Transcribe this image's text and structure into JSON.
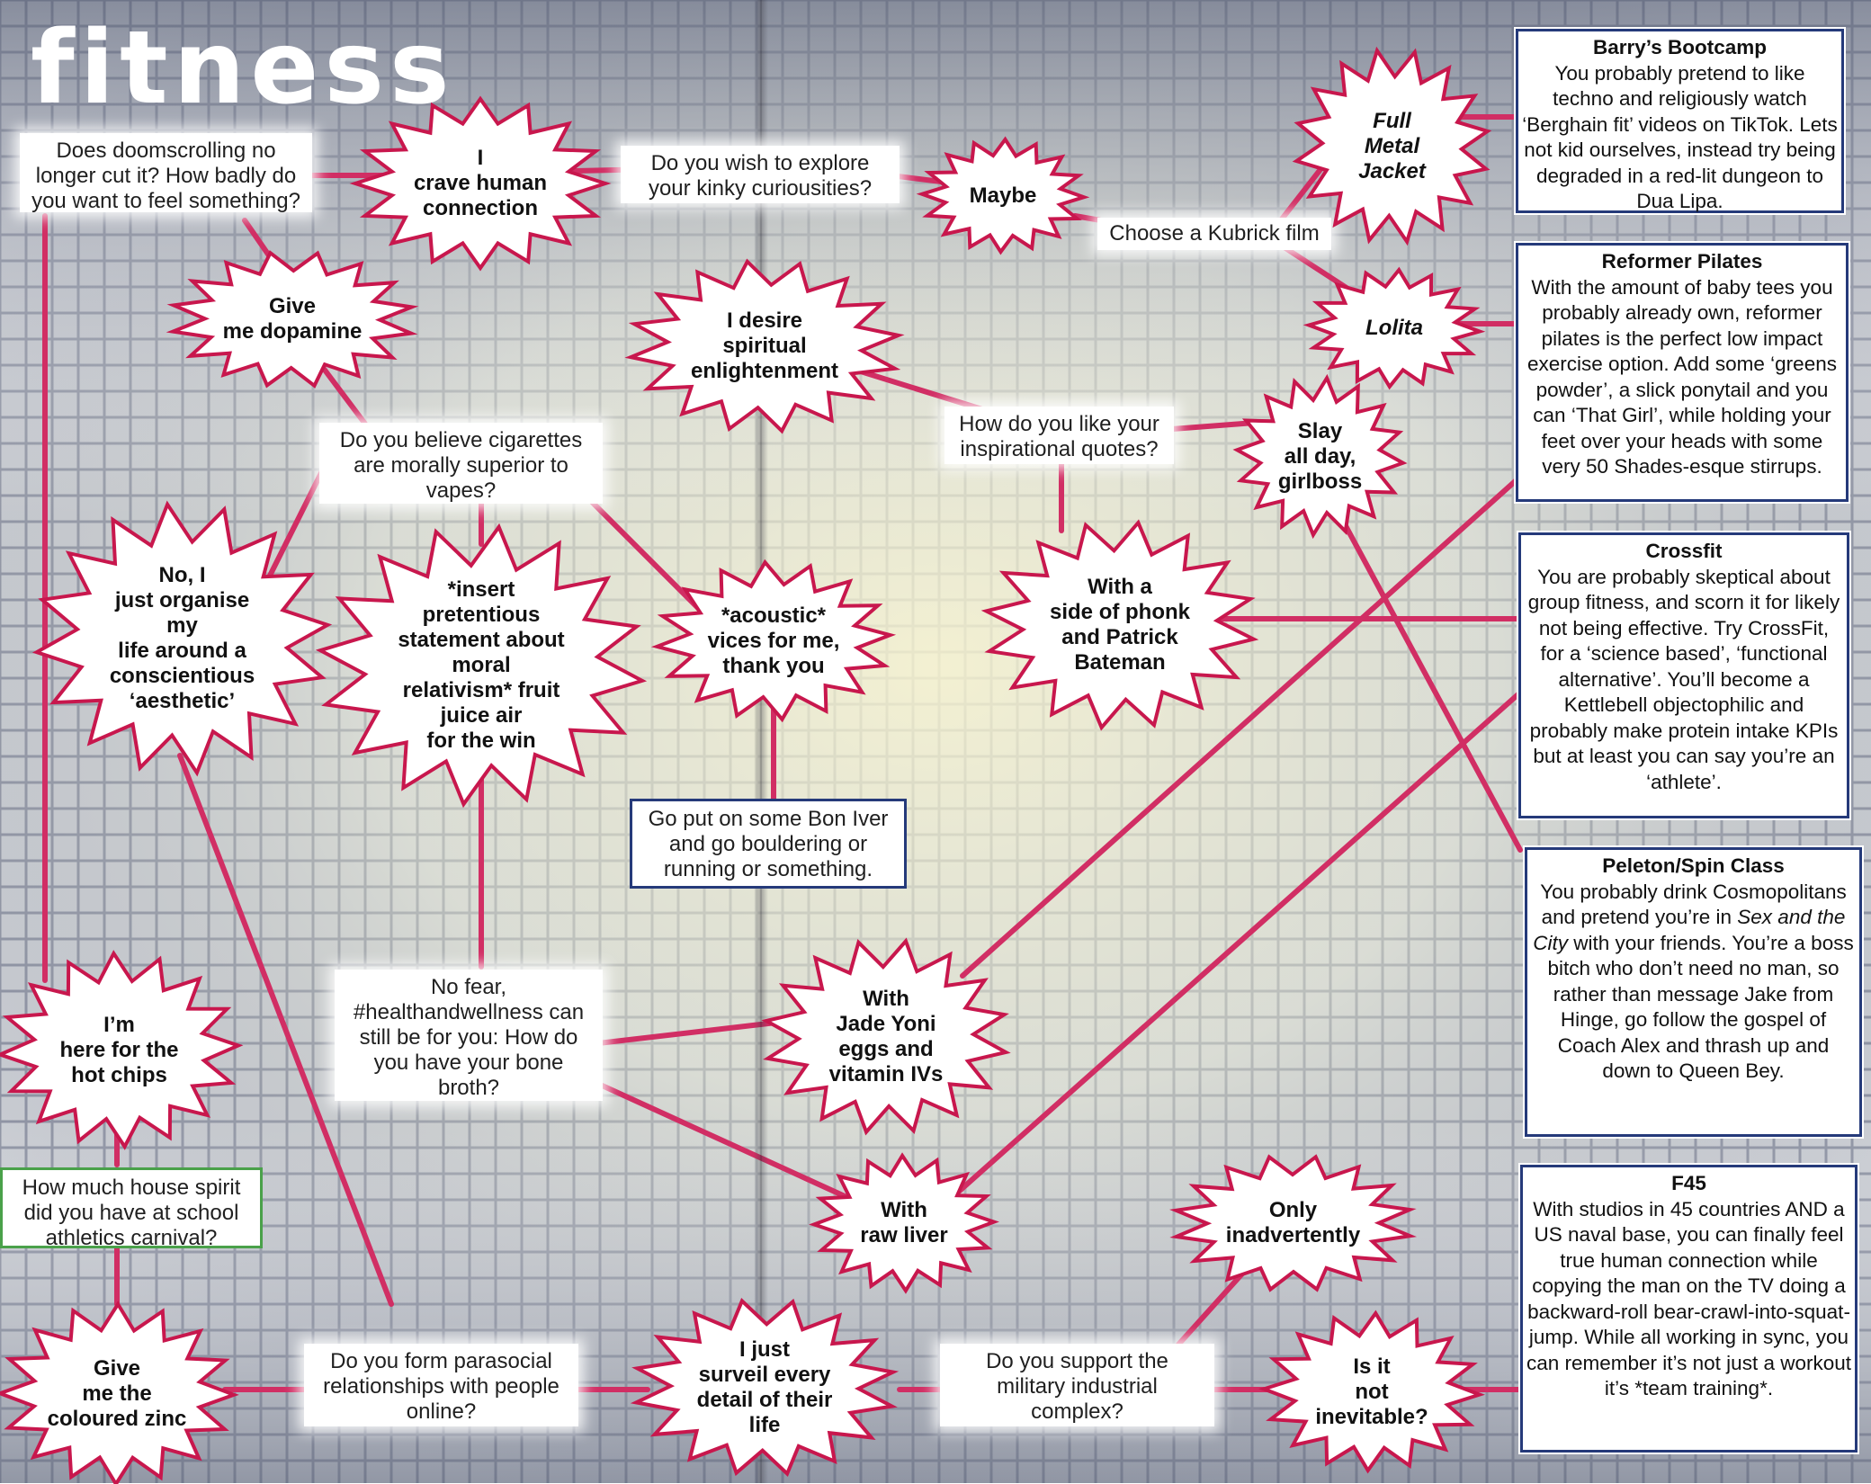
{
  "title": "fitness",
  "colors": {
    "link": "#d12e64",
    "burst_stroke": "#c8174d",
    "box_border": "#253a7a",
    "green_border": "#4aa14a"
  },
  "questions": {
    "doomscroll": "Does doomscrolling no longer cut it? How badly do you want to feel something?",
    "kinky": "Do you wish to explore your kinky curiousities?",
    "kubrick": "Choose a Kubrick film",
    "cigarettes": "Do you believe cigarettes are morally superior to vapes?",
    "quotes": "How do you like your inspirational quotes?",
    "bon_iver": "Go put on some Bon Iver and go bouldering or running or something.",
    "bone_broth": "No fear, #healthandwellness can still be for you: How do you have your bone broth?",
    "house_spirit": "How much house spirit did you have at school athletics carnival?",
    "parasocial": "Do you form parasocial relationships with people online?",
    "military": "Do you support the military industrial complex?"
  },
  "bursts": {
    "crave": "I\ncrave human\nconnection",
    "dopamine": "Give\nme dopamine",
    "maybe": "Maybe",
    "full_metal": "Full\nMetal\nJacket",
    "lolita": "Lolita",
    "spiritual": "I desire\nspiritual\nenlightenment",
    "slay": "Slay\nall day,\ngirlboss",
    "organise": "No, I\njust organise\nmy\nlife around a\nconscientious\n‘aesthetic’",
    "relativism": "*insert\npretentious\nstatement about\nmoral\nrelativism* fruit\njuice air\nfor the win",
    "acoustic": "*acoustic*\nvices for me,\nthank you",
    "phonk": "With a\nside of phonk\nand Patrick\nBateman",
    "hot_chips": "I’m\nhere for the\nhot chips",
    "jade_yoni": "With\nJade Yoni\neggs and\nvitamin IVs",
    "raw_liver": "With\nraw liver",
    "inadvertently": "Only\ninadvertently",
    "coloured_zinc": "Give\nme the\ncoloured zinc",
    "surveil": "I just\nsurveil every\ndetail of their\nlife",
    "inevitable": "Is it\nnot\ninevitable?"
  },
  "results": {
    "barrys": {
      "heading": "Barry’s Bootcamp",
      "body": "You probably pretend to like techno and religiously watch ‘Berghain fit’ videos on TikTok. Lets not kid ourselves, instead try being degraded in a red-lit dungeon to Dua Lipa."
    },
    "pilates": {
      "heading": "Reformer Pilates",
      "body": "With the amount of baby tees you probably already own, reformer pilates is the perfect low impact exercise option. Add some ‘greens powder’, a slick ponytail and you can ‘That Girl’, while holding your feet over your heads with some very 50 Shades-esque stirrups."
    },
    "crossfit": {
      "heading": "Crossfit",
      "body": "You are probably skeptical about group fitness, and scorn it for likely not being effective. Try CrossFit, for a ‘science based’, ‘functional alternative’. You’ll become a Kettlebell objectophilic and probably make protein intake KPIs but at least you can say you’re an ‘athlete’."
    },
    "peloton": {
      "heading": "Peleton/Spin Class",
      "body_1": "You probably drink Cosmopolitans and pretend you’re in",
      "body_italic": "Sex and the City",
      "body_2": "with your friends. You’re a boss bitch who don’t need no man, so rather than message Jake from Hinge, go follow the gospel of Coach Alex and thrash up and down to Queen Bey."
    },
    "f45": {
      "heading": "F45",
      "body": "With studios in 45 countries AND a US naval base, you can finally feel true human connection while copying the man on the TV doing a backward-roll bear-crawl-into-squat-jump. While all working in sync, you can remember it’s not just a workout it’s *team training*."
    }
  }
}
